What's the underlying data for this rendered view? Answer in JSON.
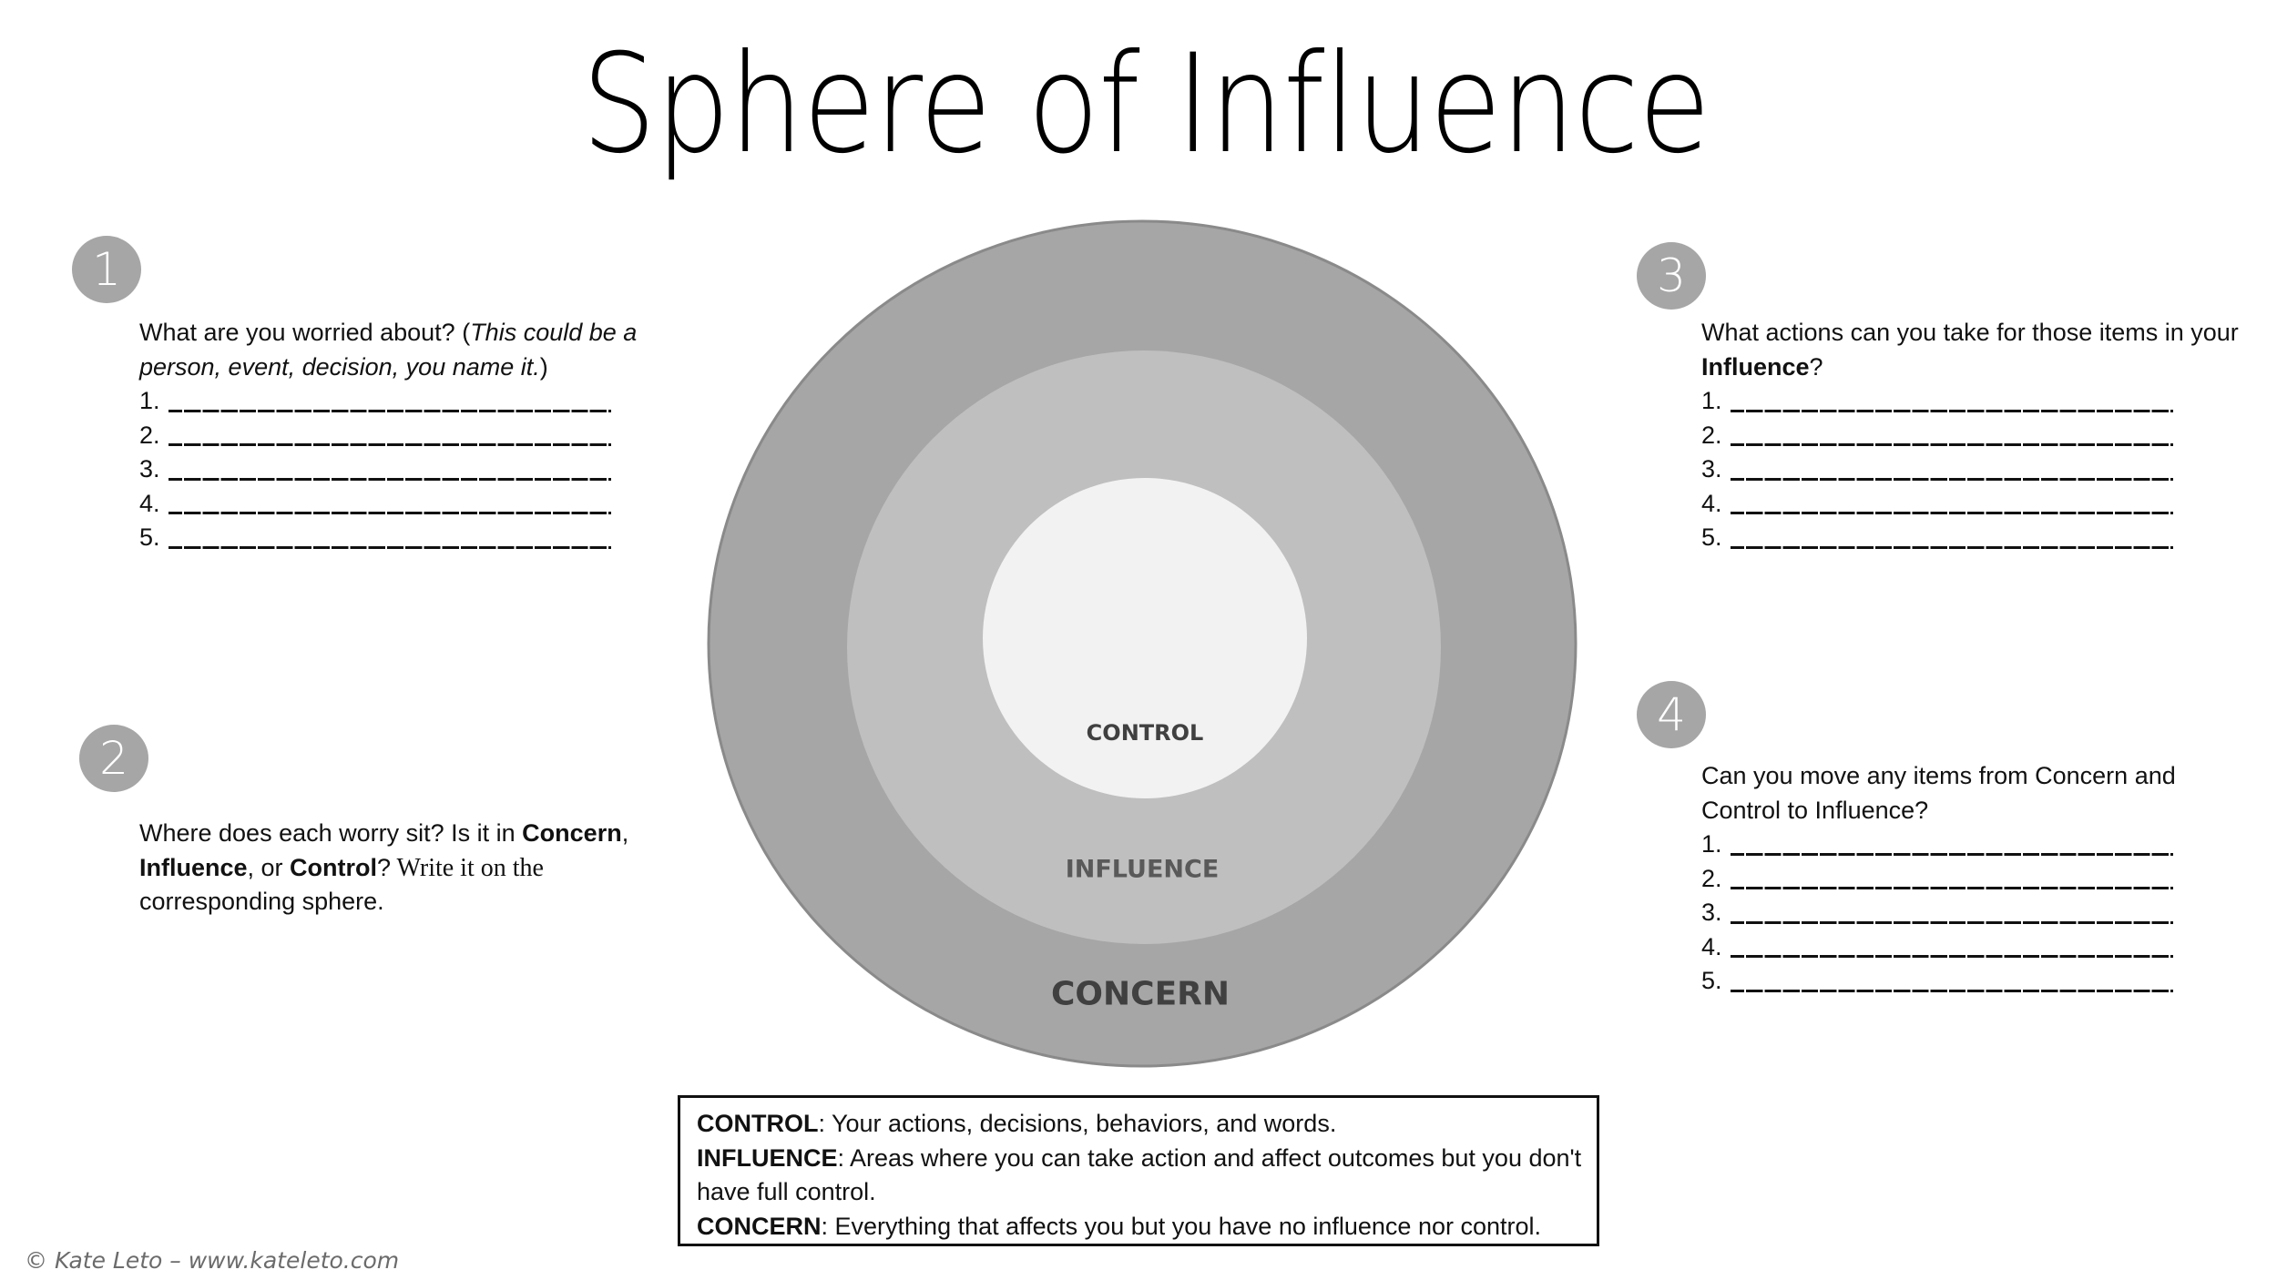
{
  "title": "Sphere of Influence",
  "steps": [
    {
      "number": "1",
      "question": "What are you worried about? (",
      "question_italic": "This could be a person, event, decision, you name it.",
      "question_end": ")",
      "blanks": [
        "1.",
        "2.",
        "3.",
        "4.",
        "5."
      ]
    },
    {
      "number": "2",
      "text_1": "Where does each worry sit?  Is it in ",
      "bold_concern": "Concern",
      "text_2": ",",
      "bold_influence": "Influence",
      "text_3": ", or ",
      "bold_control": "Control",
      "text_4": "?",
      "serif_text": " Write it on the",
      "text_5": "corresponding sphere."
    },
    {
      "number": "3",
      "question": "What actions can you take for those items in your ",
      "question_bold": "Influence",
      "question_end": "?",
      "blanks": [
        "1.",
        "2.",
        "3.",
        "4.",
        "5."
      ]
    },
    {
      "number": "4",
      "question": "Can you move any items from Concern and Control to Influence?",
      "blanks": [
        "1.",
        "2.",
        "3.",
        "4.",
        "5."
      ]
    }
  ],
  "spheres": {
    "outer": {
      "label": "CONCERN",
      "fill": "#a6a6a6",
      "stroke": "#8a8a8a",
      "text_color": "#404040"
    },
    "middle": {
      "label": "INFLUENCE",
      "fill": "#bfbfbf",
      "text_color": "#595959"
    },
    "inner": {
      "label": "CONTROL",
      "fill": "#f2f2f2",
      "text_color": "#404040"
    }
  },
  "legend": {
    "control_term": "CONTROL",
    "control_def": ": Your actions, decisions, behaviors, and words.",
    "influence_term": "INFLUENCE",
    "influence_def": ": Areas where you can take action and affect outcomes but you don't have full control.",
    "concern_term": "CONCERN",
    "concern_def": ": Everything that affects you but you have no influence nor control."
  },
  "footer": "© Kate Leto – www.kateleto.com"
}
